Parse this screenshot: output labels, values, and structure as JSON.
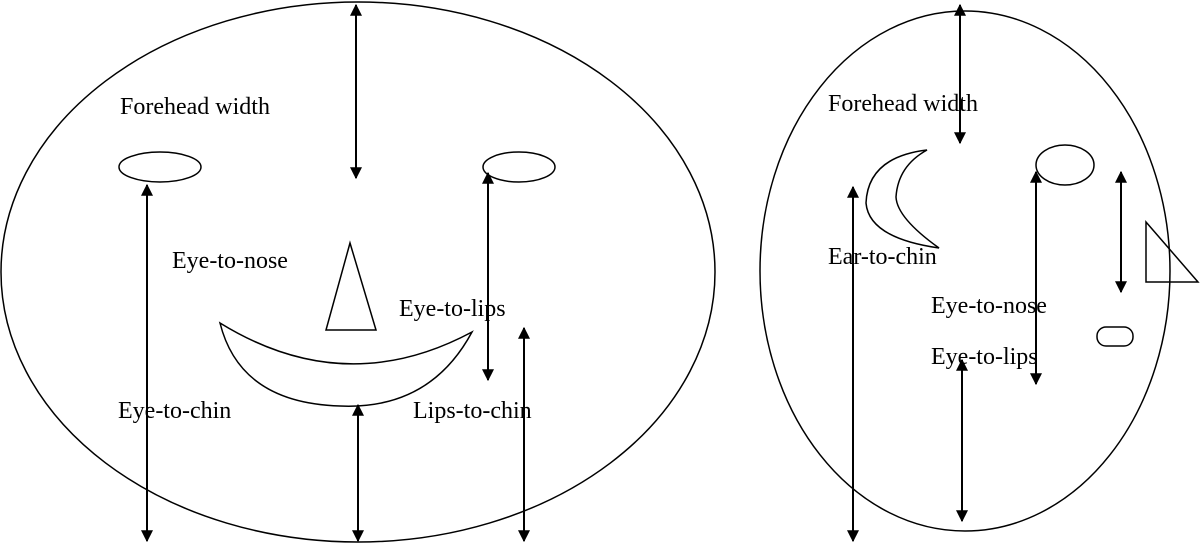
{
  "front_view": {
    "labels": {
      "forehead_width": "Forehead width",
      "eye_to_nose": "Eye-to-nose",
      "eye_to_lips": "Eye-to-lips",
      "eye_to_chin": "Eye-to-chin",
      "lips_to_chin": "Lips-to-chin"
    }
  },
  "side_view": {
    "labels": {
      "forehead_width": "Forehead width",
      "ear_to_chin": "Ear-to-chin",
      "eye_to_nose": "Eye-to-nose",
      "eye_to_lips": "Eye-to-lips"
    }
  }
}
